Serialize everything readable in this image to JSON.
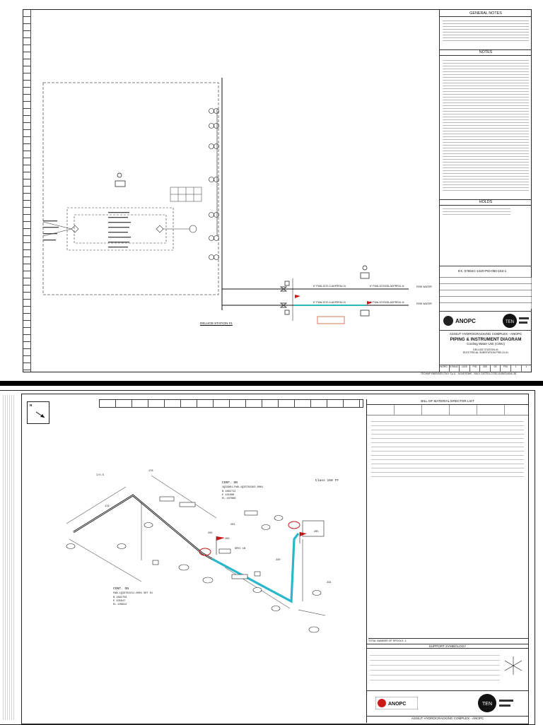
{
  "sheet1": {
    "general_notes_title": "GENERAL NOTES",
    "notes_title": "NOTES",
    "holds_title": "HOLDS",
    "drawing_number": "EX. 07654C-1020-PID-050-153-1",
    "station_label": "DELUGE STATION #1",
    "line_upper": "6\" FWA-3270-3-ADFRFA1-N",
    "line_upper_right": "6\" FWA-3270205-ADFRFA1-N",
    "line_lower": "6\" FWA-3270-3-ADFRFA1-N",
    "line_lower_right": "6\" FWA-3270205-ADFRFA1-N",
    "fire_water_label": "FIRE WATER",
    "titleblock": {
      "owner": "ANOPC",
      "company": "ASSIUT HYDROCRACKING COMPLEX - ANOPC",
      "doc_type": "PIPING & INSTRUMENT DIAGRAM",
      "unit": "Cooling Water Unit (CWU)",
      "subtitle1": "DELUGE STATION #1",
      "subtitle2": "ELECTRICAL SUBSTATION PSB-10-01",
      "contractor": "TEN",
      "footer": "TECHNIP ENERGIES ITALY S.p.A. - 00148 ROME - VIALE CASTELLO DELLA MAGLIANA, 68"
    },
    "footer_codes": [
      "NORC",
      "07654C",
      "1020",
      "PID",
      "050",
      "00",
      "PID",
      "1",
      "1"
    ]
  },
  "sheet2": {
    "bom_title": "BILL OF MATERIAL ERECTOR LIST",
    "north_label": "N",
    "annotations": {
      "cont_top": "CONT. ON",
      "cont_top_line": "1Q33A01-FWA-1Q33782263-0001",
      "coord_n": "N 1862712",
      "coord_e": "E 431988",
      "coord_el": "EL.107888",
      "cont_bottom": "CONT. ON",
      "cont_bottom_line": "FWA-1Q33782211-0001 SHT 01",
      "coord2_n": "N 1862758",
      "coord2_e": "E 435047",
      "coord2_el": "EL.106812",
      "class_label": "Class 150 FF",
      "iso_label": "I/O.S",
      "spec_label": "SPEC 1B",
      "dim_178": "178",
      "dim_176": "176",
      "dim_230": "230",
      "dim_234": "234",
      "dim_203": "203",
      "dim_204": "204",
      "dim_205": "205",
      "dim_163": "163"
    },
    "total_spools": "TOTAL NUMBER OF SPOOLS: 1",
    "support_title": "SUPPORT SYMBOLOGY",
    "owner": "ANOPC",
    "contractor": "TEN",
    "company": "ASSIUT HYDROCRACKING COMPLEX - ANOPC"
  },
  "colors": {
    "pipe_highlight": "#2ab7c9",
    "flag_red": "#cc1a1a",
    "ink": "#111111"
  }
}
